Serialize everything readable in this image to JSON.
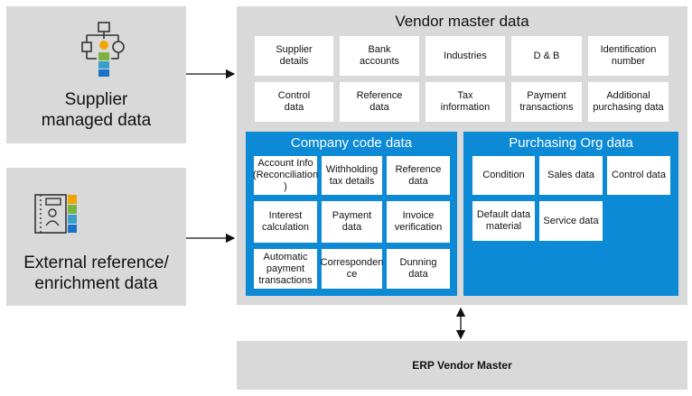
{
  "supplier": {
    "label": "Supplier\nmanaged data"
  },
  "external": {
    "label": "External reference/\nenrichment data"
  },
  "vendor_master": {
    "title": "Vendor master data",
    "row1": [
      "Supplier\ndetails",
      "Bank\naccounts",
      "Industries",
      "D & B",
      "Identification\nnumber"
    ],
    "row2": [
      "Control\ndata",
      "Reference\ndata",
      "Tax\ninformation",
      "Payment\ntransactions",
      "Additional\npurchasing data"
    ]
  },
  "company_code": {
    "title": "Company code data",
    "cells": [
      "Account Info\n(Reconciliation\n)",
      "Withholding\ntax details",
      "Reference\ndata",
      "Interest\ncalculation",
      "Payment\ndata",
      "Invoice\nverification",
      "Automatic\npayment\ntransactions",
      "Corresponden\nce",
      "Dunning\ndata"
    ]
  },
  "purchasing_org": {
    "title": "Purchasing Org data",
    "cells": [
      "Condition",
      "Sales data",
      "Control data",
      "Default data\nmaterial",
      "Service data"
    ]
  },
  "erp": {
    "label": "ERP Vendor Master"
  },
  "colors": {
    "panel": "#d9d9d9",
    "blue": "#0d8ad6",
    "icon_orange": "#f0a500",
    "icon_green": "#7bb342",
    "icon_blue": "#1a73c9"
  }
}
